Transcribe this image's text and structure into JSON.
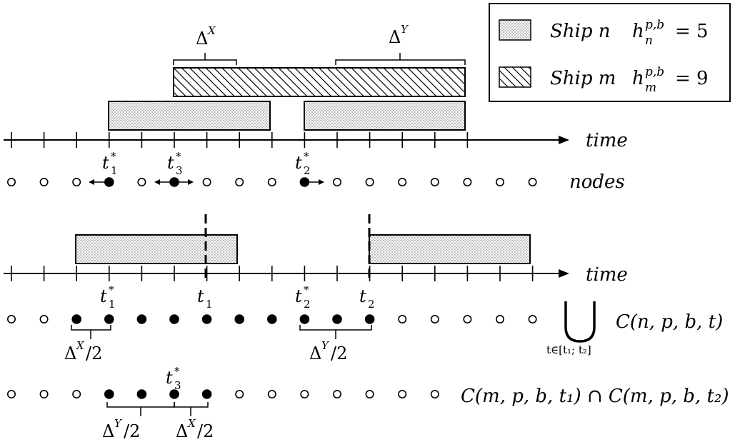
{
  "legend": {
    "ship_n": {
      "label": "Ship n",
      "h_base": "h",
      "h_sup": "p,b",
      "h_sub": "n",
      "value": "= 5"
    },
    "ship_m": {
      "label": "Ship m",
      "h_base": "h",
      "h_sup": "p,b",
      "h_sub": "m",
      "value": "= 9"
    }
  },
  "top": {
    "delta_x": {
      "base": "Δ",
      "sup": "X"
    },
    "delta_y": {
      "base": "Δ",
      "sup": "Y"
    },
    "axis_label": "time",
    "nodes_label": "nodes",
    "t1": {
      "base": "t",
      "sub": "1",
      "sup": "*"
    },
    "t3": {
      "base": "t",
      "sub": "3",
      "sup": "*"
    },
    "t2": {
      "base": "t",
      "sub": "2",
      "sup": "*"
    }
  },
  "middle": {
    "axis_label": "time",
    "t1_star": {
      "base": "t",
      "sub": "1",
      "sup": "*"
    },
    "t1": {
      "base": "t",
      "sub": "1"
    },
    "t2_star": {
      "base": "t",
      "sub": "2",
      "sup": "*"
    },
    "t2": {
      "base": "t",
      "sub": "2"
    },
    "dx_half": {
      "base": "Δ",
      "sup": "X",
      "rest": "/2"
    },
    "dy_half": {
      "base": "Δ",
      "sup": "Y",
      "rest": "/2"
    },
    "union_label": "C(n, p, b, t)",
    "union_sub": "t∈[t₁; t₂]"
  },
  "bottom": {
    "t3": {
      "base": "t",
      "sub": "3",
      "sup": "*"
    },
    "dy_half": {
      "base": "Δ",
      "sup": "Y",
      "rest": "/2"
    },
    "dx_half": {
      "base": "Δ",
      "sup": "X",
      "rest": "/2"
    },
    "intersection_label": "C(m, p, b, t₁) ∩ C(m, p, b, t₂)"
  }
}
